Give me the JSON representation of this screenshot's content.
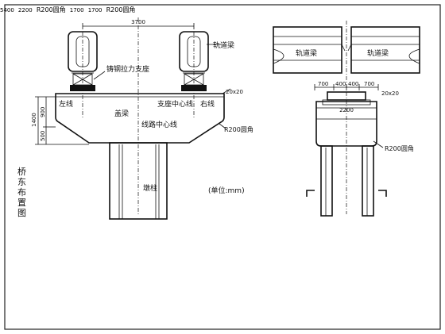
{
  "sheet_title": "桥东布置图",
  "colors": {
    "line": "#111111",
    "background": "#ffffff",
    "frame": "#222222"
  },
  "elevation": {
    "dim_top": "3700",
    "label_track_beam": "轨道梁",
    "label_steel_bearing": "铸钢拉力支座",
    "label_left_line": "左线",
    "label_right_line": "右线",
    "label_cap_beam": "盖梁",
    "label_bearing_center": "支座中心线",
    "label_route_center": "线路中心线",
    "label_fillet": "R200圆角",
    "label_pier": "墩柱",
    "label_unit": "(单位:mm)",
    "dim_total_height": "1400",
    "dim_upper": "900",
    "dim_lower": "500",
    "dim_slope": "20x20"
  },
  "side": {
    "label_track_beam_left": "轨道梁",
    "label_track_beam_right": "轨道梁",
    "dims_top": [
      "700",
      "400",
      "400",
      "700"
    ],
    "dim_width": "2200",
    "dim_slope": "20x20",
    "label_fillet": "R200圆角"
  },
  "plan": {
    "dim_length": "5400",
    "dim_width": "2200",
    "label_fillet": "R200圆角"
  },
  "column": {
    "dim_width": "1700",
    "dim_height": "1700",
    "label_fillet": "R200圆角"
  }
}
